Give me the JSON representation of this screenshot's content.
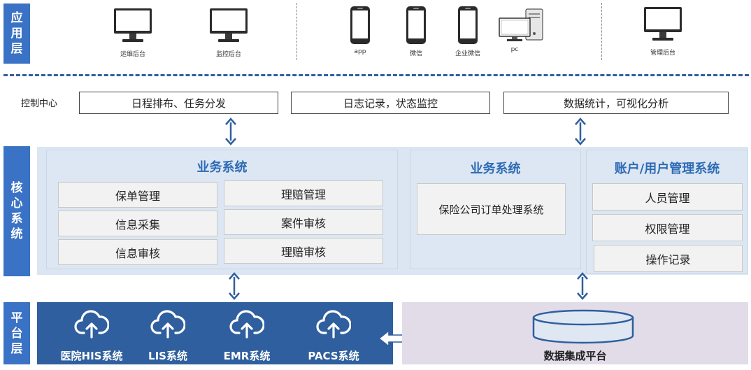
{
  "layers": {
    "application": [
      "应",
      "用",
      "层"
    ],
    "core": [
      "核",
      "心",
      "系",
      "统"
    ],
    "platform": [
      "平",
      "台",
      "层"
    ]
  },
  "devices": {
    "ops_backend": "运维后台",
    "monitor_backend": "监控后台",
    "app": "app",
    "wechat": "微信",
    "enterprise_wechat": "企业微信",
    "pc": "pc",
    "manage_backend": "管理后台"
  },
  "control": {
    "label": "控制中心",
    "boxes": [
      "日程排布、任务分发",
      "日志记录，状态监控",
      "数据统计，可视化分析"
    ]
  },
  "core": {
    "business1": {
      "title": "业务系统",
      "left_items": [
        "保单管理",
        "信息采集",
        "信息审核"
      ],
      "right_items": [
        "理赔管理",
        "案件审核",
        "理赔审核"
      ]
    },
    "business2": {
      "title": "业务系统",
      "item": "保险公司订单处理系统"
    },
    "account": {
      "title": "账户/用户管理系统",
      "items": [
        "人员管理",
        "权限管理",
        "操作记录"
      ]
    }
  },
  "platform": {
    "systems": [
      "医院HIS系统",
      "LIS系统",
      "EMR系统",
      "PACS系统"
    ],
    "data_platform": "数据集成平台"
  },
  "colors": {
    "layer_blue": "#3a72c5",
    "dark_blue": "#2f5f9e",
    "panel_title": "#2e6bb5",
    "core_bg": "#dce6f2",
    "data_platform_bg": "#e2dce8"
  }
}
